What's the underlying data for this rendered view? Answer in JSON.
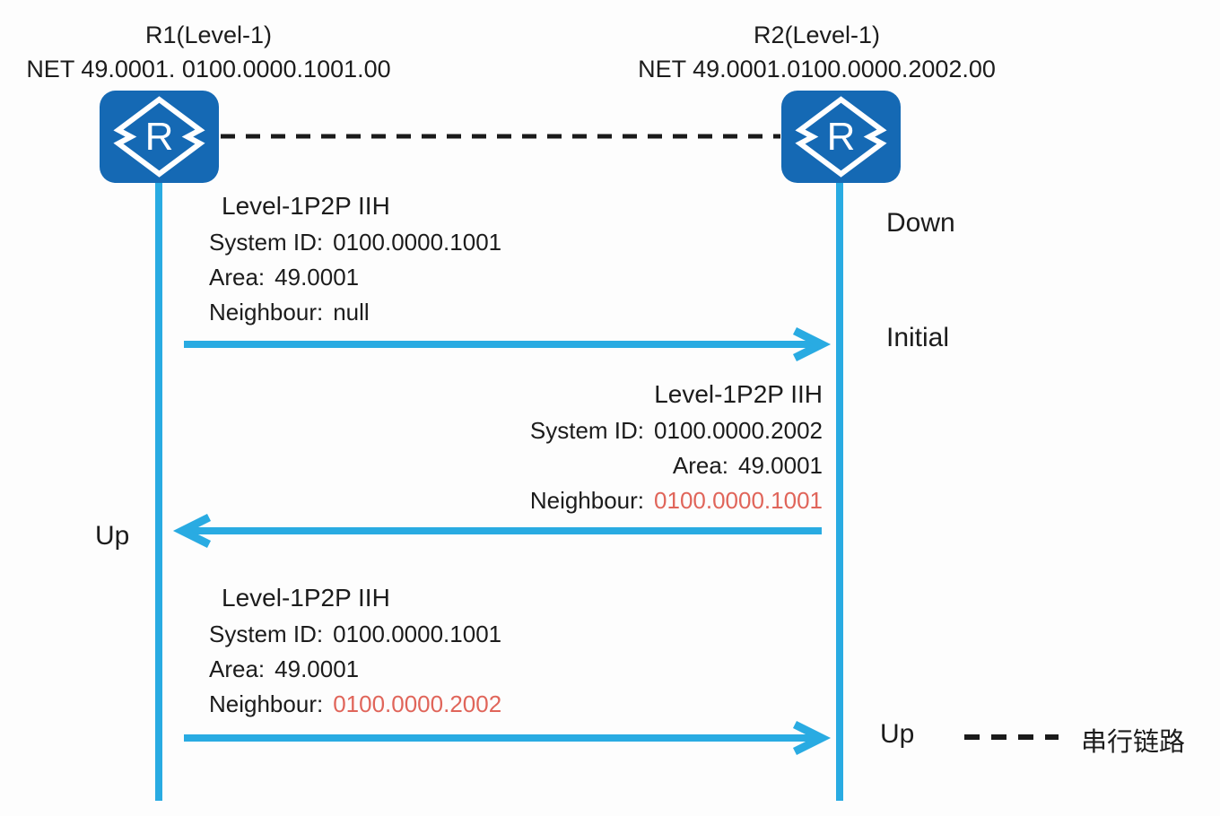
{
  "diagram": {
    "routers": [
      {
        "title": "R1(Level-1)",
        "net": "NET 49.0001. 0100.0000.1001.00"
      },
      {
        "title": "R2(Level-1)",
        "net": "NET 49.0001.0100.0000.2002.00"
      }
    ],
    "router_icon_letter": "R",
    "messages": [
      {
        "title": "Level-1P2P IIH",
        "direction": "R1-to-R2",
        "fields": [
          {
            "label": "System ID:",
            "value": "0100.0000.1001",
            "highlight": false
          },
          {
            "label": "Area:",
            "value": "49.0001",
            "highlight": false
          },
          {
            "label": "Neighbour:",
            "value": "null",
            "highlight": false
          }
        ]
      },
      {
        "title": "Level-1P2P IIH",
        "direction": "R2-to-R1",
        "fields": [
          {
            "label": "System ID:",
            "value": "0100.0000.2002",
            "highlight": false
          },
          {
            "label": "Area:",
            "value": "49.0001",
            "highlight": false
          },
          {
            "label": "Neighbour:",
            "value": "0100.0000.1001",
            "highlight": true
          }
        ]
      },
      {
        "title": "Level-1P2P IIH",
        "direction": "R1-to-R2",
        "fields": [
          {
            "label": "System ID:",
            "value": "0100.0000.1001",
            "highlight": false
          },
          {
            "label": "Area:",
            "value": "49.0001",
            "highlight": false
          },
          {
            "label": "Neighbour:",
            "value": "0100.0000.2002",
            "highlight": true
          }
        ]
      }
    ],
    "adjacency_states": {
      "down": "Down",
      "initial": "Initial",
      "up_left": "Up",
      "up_bottom": "Up"
    },
    "legend": {
      "label": "串行链路"
    },
    "colors": {
      "lifeline_arrow": "#29abe2",
      "router_fill": "#1569b4",
      "highlight_red": "#e0655a",
      "text": "#1c1c1c",
      "link_dash": "#1a1a1a"
    }
  }
}
